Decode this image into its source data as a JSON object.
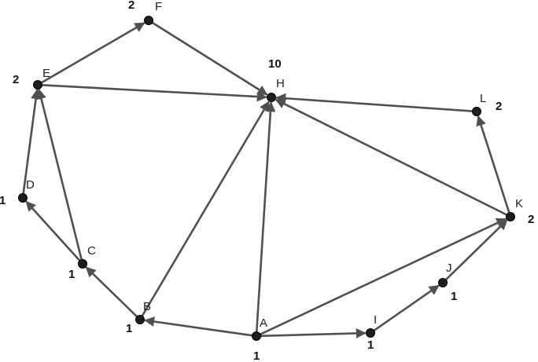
{
  "graph": {
    "nodes": [
      {
        "id": "A",
        "label": "A",
        "value": "1"
      },
      {
        "id": "B",
        "label": "B",
        "value": "1"
      },
      {
        "id": "C",
        "label": "C",
        "value": "1"
      },
      {
        "id": "D",
        "label": "D",
        "value": "1"
      },
      {
        "id": "E",
        "label": "E",
        "value": "2"
      },
      {
        "id": "F",
        "label": "F",
        "value": "2"
      },
      {
        "id": "H",
        "label": "H",
        "value": "10"
      },
      {
        "id": "I",
        "label": "I",
        "value": "1"
      },
      {
        "id": "J",
        "label": "J",
        "value": "1"
      },
      {
        "id": "K",
        "label": "K",
        "value": "2"
      },
      {
        "id": "L",
        "label": "L",
        "value": "2"
      }
    ],
    "edges": [
      {
        "from": "A",
        "to": "B"
      },
      {
        "from": "A",
        "to": "H"
      },
      {
        "from": "A",
        "to": "I"
      },
      {
        "from": "A",
        "to": "K"
      },
      {
        "from": "B",
        "to": "C"
      },
      {
        "from": "B",
        "to": "H"
      },
      {
        "from": "C",
        "to": "D"
      },
      {
        "from": "C",
        "to": "E"
      },
      {
        "from": "D",
        "to": "E"
      },
      {
        "from": "E",
        "to": "F"
      },
      {
        "from": "E",
        "to": "H"
      },
      {
        "from": "F",
        "to": "H"
      },
      {
        "from": "I",
        "to": "J"
      },
      {
        "from": "J",
        "to": "K"
      },
      {
        "from": "K",
        "to": "H"
      },
      {
        "from": "K",
        "to": "L"
      },
      {
        "from": "L",
        "to": "H"
      }
    ],
    "colors": {
      "edge": "#505050",
      "node": "#1e1e1e",
      "text": "#222222"
    }
  }
}
